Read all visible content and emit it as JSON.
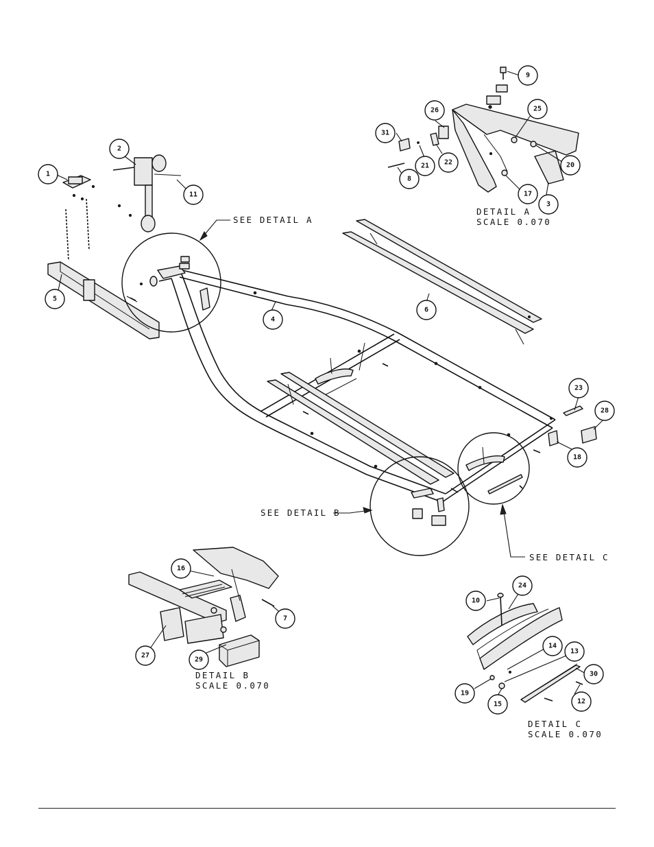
{
  "callouts": {
    "detail_a": "SEE DETAIL  A",
    "detail_b": "SEE DETAIL  B",
    "detail_c": "SEE DETAIL  C"
  },
  "details": {
    "a": {
      "title": "DETAIL  A",
      "scale": "SCALE  0.070"
    },
    "b": {
      "title": "DETAIL  B",
      "scale": "SCALE  0.070"
    },
    "c": {
      "title": "DETAIL  C",
      "scale": "SCALE  0.070"
    }
  },
  "parts": {
    "p1": "1",
    "p2": "2",
    "p3": "3",
    "p4": "4",
    "p5": "5",
    "p6": "6",
    "p7": "7",
    "p8": "8",
    "p9": "9",
    "p10": "10",
    "p11": "11",
    "p12": "12",
    "p13": "13",
    "p14": "14",
    "p15": "15",
    "p16": "16",
    "p17": "17",
    "p18": "18",
    "p19": "19",
    "p20": "20",
    "p21": "21",
    "p22": "22",
    "p23": "23",
    "p24": "24",
    "p25": "25",
    "p26": "26",
    "p27": "27",
    "p28": "28",
    "p29": "29",
    "p30": "30",
    "p31": "31"
  }
}
